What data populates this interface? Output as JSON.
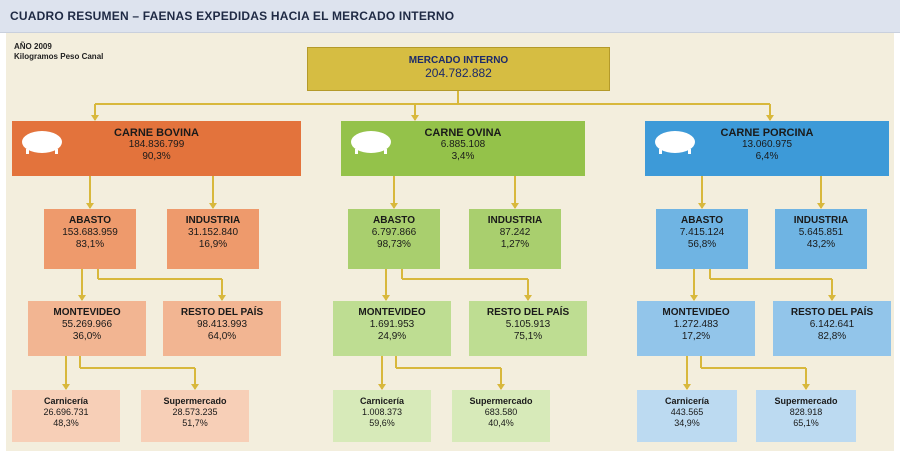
{
  "header": {
    "title": "CUADRO RESUMEN – FAENAS EXPEDIDAS HACIA EL MERCADO INTERNO"
  },
  "info": {
    "year": "AÑO 2009",
    "unit": "Kilogramos Peso Canal"
  },
  "colors": {
    "bovina": {
      "species": "#e3733c",
      "level2": "#ee9a6c",
      "level3": "#f2b592",
      "level4": "#f7cfb7"
    },
    "ovina": {
      "species": "#94c24a",
      "level2": "#a9cf6e",
      "level3": "#bedd92",
      "level4": "#d7eab9"
    },
    "porcina": {
      "species": "#3d9ad8",
      "level2": "#6fb4e3",
      "level3": "#92c5ea",
      "level4": "#bcdaf1"
    },
    "root": "#d6bd42",
    "connector": "#d8b83c"
  },
  "root": {
    "title": "MERCADO INTERNO",
    "value": "204.782.882"
  },
  "species": [
    {
      "key": "bovina",
      "icon": "cow-icon",
      "title": "CARNE BOVINA",
      "value": "184.836.799",
      "percent": "90,3%",
      "abasto": {
        "title": "ABASTO",
        "value": "153.683.959",
        "percent": "83,1%"
      },
      "industria": {
        "title": "INDUSTRIA",
        "value": "31.152.840",
        "percent": "16,9%"
      },
      "montevideo": {
        "title": "MONTEVIDEO",
        "value": "55.269.966",
        "percent": "36,0%"
      },
      "resto": {
        "title": "RESTO DEL PAÍS",
        "value": "98.413.993",
        "percent": "64,0%"
      },
      "carniceria": {
        "title": "Carnicería",
        "value": "26.696.731",
        "percent": "48,3%"
      },
      "supermercado": {
        "title": "Supermercado",
        "value": "28.573.235",
        "percent": "51,7%"
      }
    },
    {
      "key": "ovina",
      "icon": "sheep-icon",
      "title": "CARNE OVINA",
      "value": "6.885.108",
      "percent": "3,4%",
      "abasto": {
        "title": "ABASTO",
        "value": "6.797.866",
        "percent": "98,73%"
      },
      "industria": {
        "title": "INDUSTRIA",
        "value": "87.242",
        "percent": "1,27%"
      },
      "montevideo": {
        "title": "MONTEVIDEO",
        "value": "1.691.953",
        "percent": "24,9%"
      },
      "resto": {
        "title": "RESTO DEL PAÍS",
        "value": "5.105.913",
        "percent": "75,1%"
      },
      "carniceria": {
        "title": "Carnicería",
        "value": "1.008.373",
        "percent": "59,6%"
      },
      "supermercado": {
        "title": "Supermercado",
        "value": "683.580",
        "percent": "40,4%"
      }
    },
    {
      "key": "porcina",
      "icon": "pig-icon",
      "title": "CARNE PORCINA",
      "value": "13.060.975",
      "percent": "6,4%",
      "abasto": {
        "title": "ABASTO",
        "value": "7.415.124",
        "percent": "56,8%"
      },
      "industria": {
        "title": "INDUSTRIA",
        "value": "5.645.851",
        "percent": "43,2%"
      },
      "montevideo": {
        "title": "MONTEVIDEO",
        "value": "1.272.483",
        "percent": "17,2%"
      },
      "resto": {
        "title": "RESTO DEL PAÍS",
        "value": "6.142.641",
        "percent": "82,8%"
      },
      "carniceria": {
        "title": "Carnicería",
        "value": "443.565",
        "percent": "34,9%"
      },
      "supermercado": {
        "title": "Supermercado",
        "value": "828.918",
        "percent": "65,1%"
      }
    }
  ]
}
